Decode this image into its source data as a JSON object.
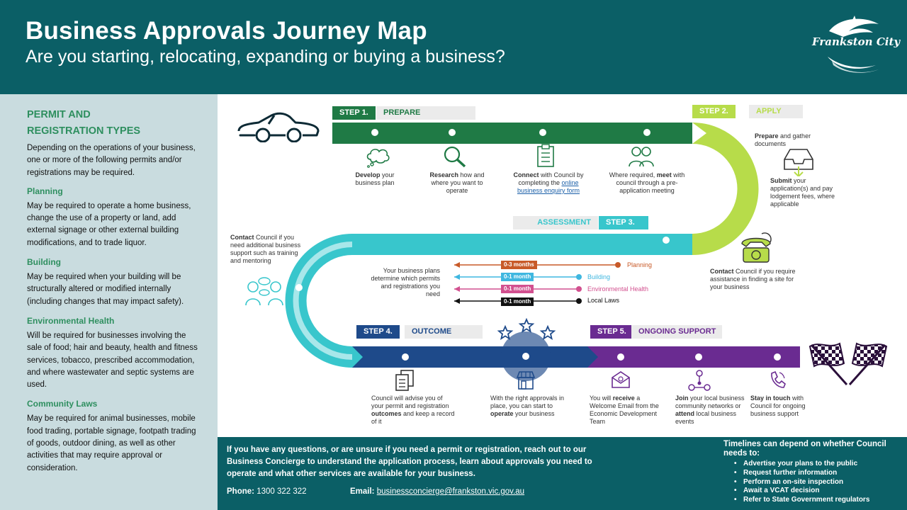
{
  "header": {
    "title": "Business Approvals Journey Map",
    "subtitle": "Are you starting, relocating, expanding or buying a business?",
    "logo_text": "Frankston City",
    "bg_color": "#0b5f66"
  },
  "permit_types": {
    "title_line1": "PERMIT AND",
    "title_line2": "REGISTRATION TYPES",
    "intro": "Depending on the operations of your business, one or more of the following permits and/or registrations may be required.",
    "items": [
      {
        "heading": "Planning",
        "text": "May be required to operate a home business, change the use of a property or land, add external signage or other external building modifications, and to trade liquor."
      },
      {
        "heading": "Building",
        "text": "May be required when your building will be structurally altered or modified internally (including changes that may impact safety)."
      },
      {
        "heading": "Environmental Health",
        "text": "Will be required for businesses involving the sale of food; hair and beauty, health and fitness services, tobacco, prescribed accommodation, and where wastewater and septic systems are used."
      },
      {
        "heading": "Community Laws",
        "text": "May be required for animal businesses, mobile food trading, portable signage, footpath trading of goods, outdoor dining, as well as other activities that may require approval or consideration."
      }
    ]
  },
  "steps": {
    "step1": {
      "number": "STEP 1.",
      "name": "PREPARE",
      "color": "#1f7a45",
      "tasks": [
        {
          "bold": "Develop",
          "rest": " your business plan"
        },
        {
          "bold": "Research",
          "rest": " how and where you want to operate"
        },
        {
          "bold": "Connect",
          "rest": " with Council by completing the ",
          "link": "online business enquiry form"
        },
        {
          "pre": "Where required, ",
          "bold": "meet",
          "rest": " with council through a pre-application meeting"
        }
      ]
    },
    "step2": {
      "number": "STEP 2.",
      "name": "APPLY",
      "color": "#b7dc4a",
      "tasks": [
        {
          "bold": "Prepare",
          "rest": " and gather documents"
        },
        {
          "bold": "Submit",
          "rest": " your application(s) and pay lodgement fees, where applicable"
        },
        {
          "bold": "Contact",
          "rest": " Council if you require assistance in finding a site for your business"
        }
      ]
    },
    "step3": {
      "number": "STEP 3.",
      "name": "ASSESSMENT",
      "color": "#38c6cc",
      "intro": "Your business plans determine which permits and registrations you need",
      "support": {
        "bold": "Contact",
        "rest": " Council if you need additional business support such as training and mentoring"
      },
      "timelines": [
        {
          "duration": "0-3 months",
          "name": "Planning",
          "color": "#c85a28"
        },
        {
          "duration": "0-1 month",
          "name": "Building",
          "color": "#3fb7e0"
        },
        {
          "duration": "0-1 month",
          "name": "Environmental Health",
          "color": "#d2508f"
        },
        {
          "duration": "0-1 month",
          "name": "Local Laws",
          "color": "#111111"
        }
      ]
    },
    "step4": {
      "number": "STEP 4.",
      "name": "OUTCOME",
      "color": "#1e4a8a",
      "tasks": [
        {
          "pre": "Council will advise you of your permit and registration ",
          "bold": "outcomes",
          "rest": " and keep a record of it"
        },
        {
          "pre": "With the right approvals in place, you can start to ",
          "bold": "operate",
          "rest": " your business"
        }
      ]
    },
    "step5": {
      "number": "STEP 5.",
      "name": "ONGOING SUPPORT",
      "color": "#6a2b91",
      "tasks": [
        {
          "pre": "You will ",
          "bold": "receive",
          "rest": " a Welcome Email from the Economic Development Team"
        },
        {
          "bold": "Join",
          "rest": " your local business community networks or ",
          "bold2": "attend",
          "rest2": " local business events"
        },
        {
          "bold": "Stay in touch",
          "rest": " with Council for ongoing business support"
        }
      ]
    }
  },
  "footer": {
    "question": "If you have any questions, or are unsure if you need a permit or registration, reach out to our Business Concierge to understand the application process, learn about approvals you need to operate and what other services are available for your business.",
    "phone_label": "Phone:",
    "phone": "1300 322 322",
    "email_label": "Email:",
    "email": "businessconcierge@frankston.vic.gov.au",
    "timelines_title": "Timelines can depend on whether Council needs to:",
    "timelines_items": [
      "Advertise your plans to the public",
      "Request further information",
      "Perform an on-site inspection",
      "Await a VCAT decision",
      "Refer to State Government regulators"
    ]
  }
}
